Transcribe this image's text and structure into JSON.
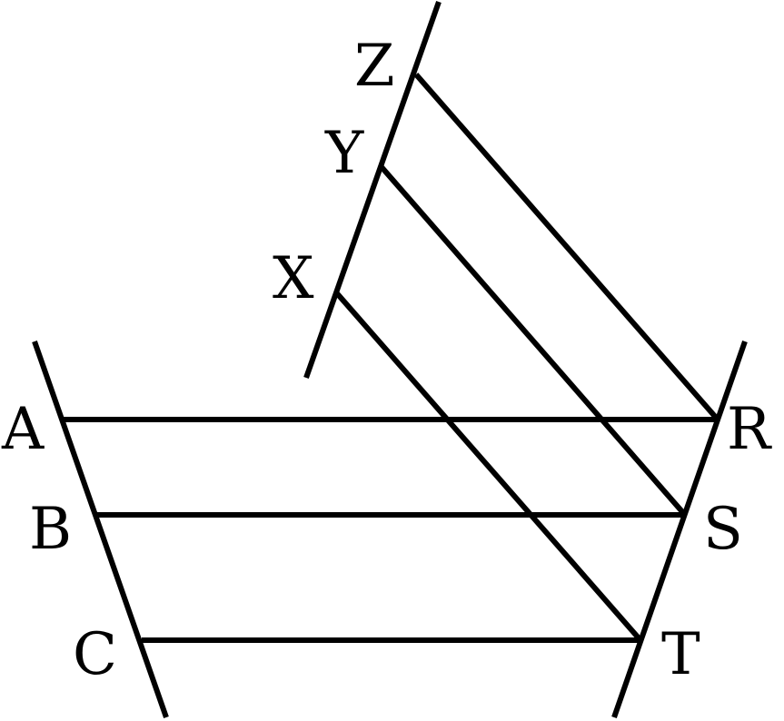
{
  "labels": {
    "a": "A",
    "b": "B",
    "c": "C",
    "r": "R",
    "s": "S",
    "t": "T",
    "x": "X",
    "y": "Y",
    "z": "Z"
  },
  "colors": {
    "ink": "#000000",
    "background": "#ffffff"
  }
}
